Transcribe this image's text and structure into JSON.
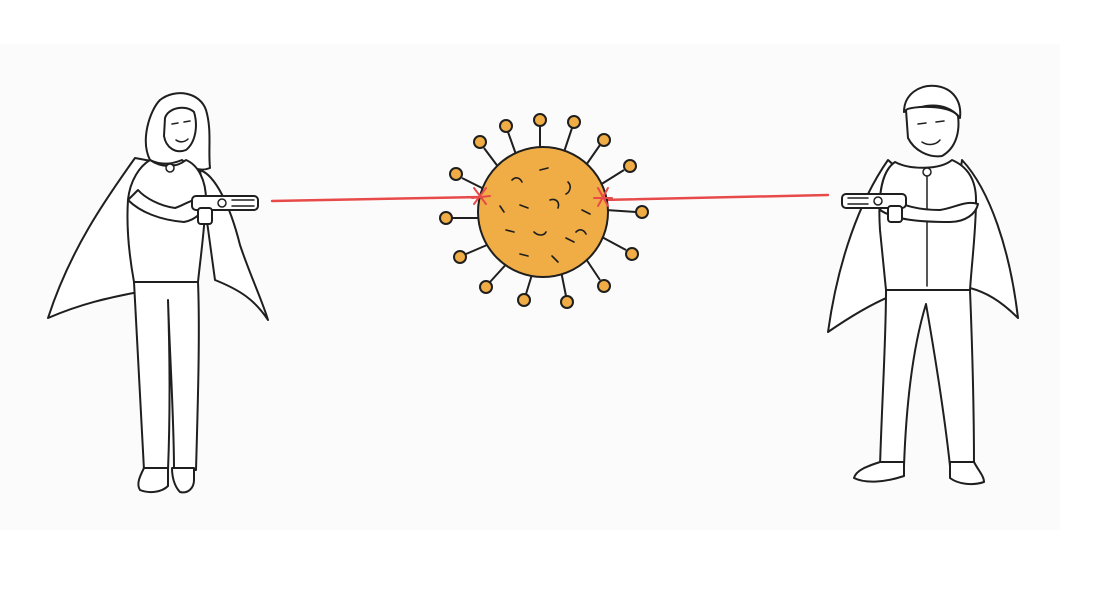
{
  "scene": {
    "colors": {
      "background": "#ffffff",
      "panel": "#fbfbfb",
      "outline": "#1f1f1f",
      "laser": "#e84a4a",
      "virus_fill": "#f0ad45",
      "virus_outline": "#1f1f1f"
    },
    "icons": {
      "left_figure": "woman-superhero-with-laser-gun",
      "right_figure": "man-superhero-with-laser-gun",
      "center": "virus"
    }
  }
}
